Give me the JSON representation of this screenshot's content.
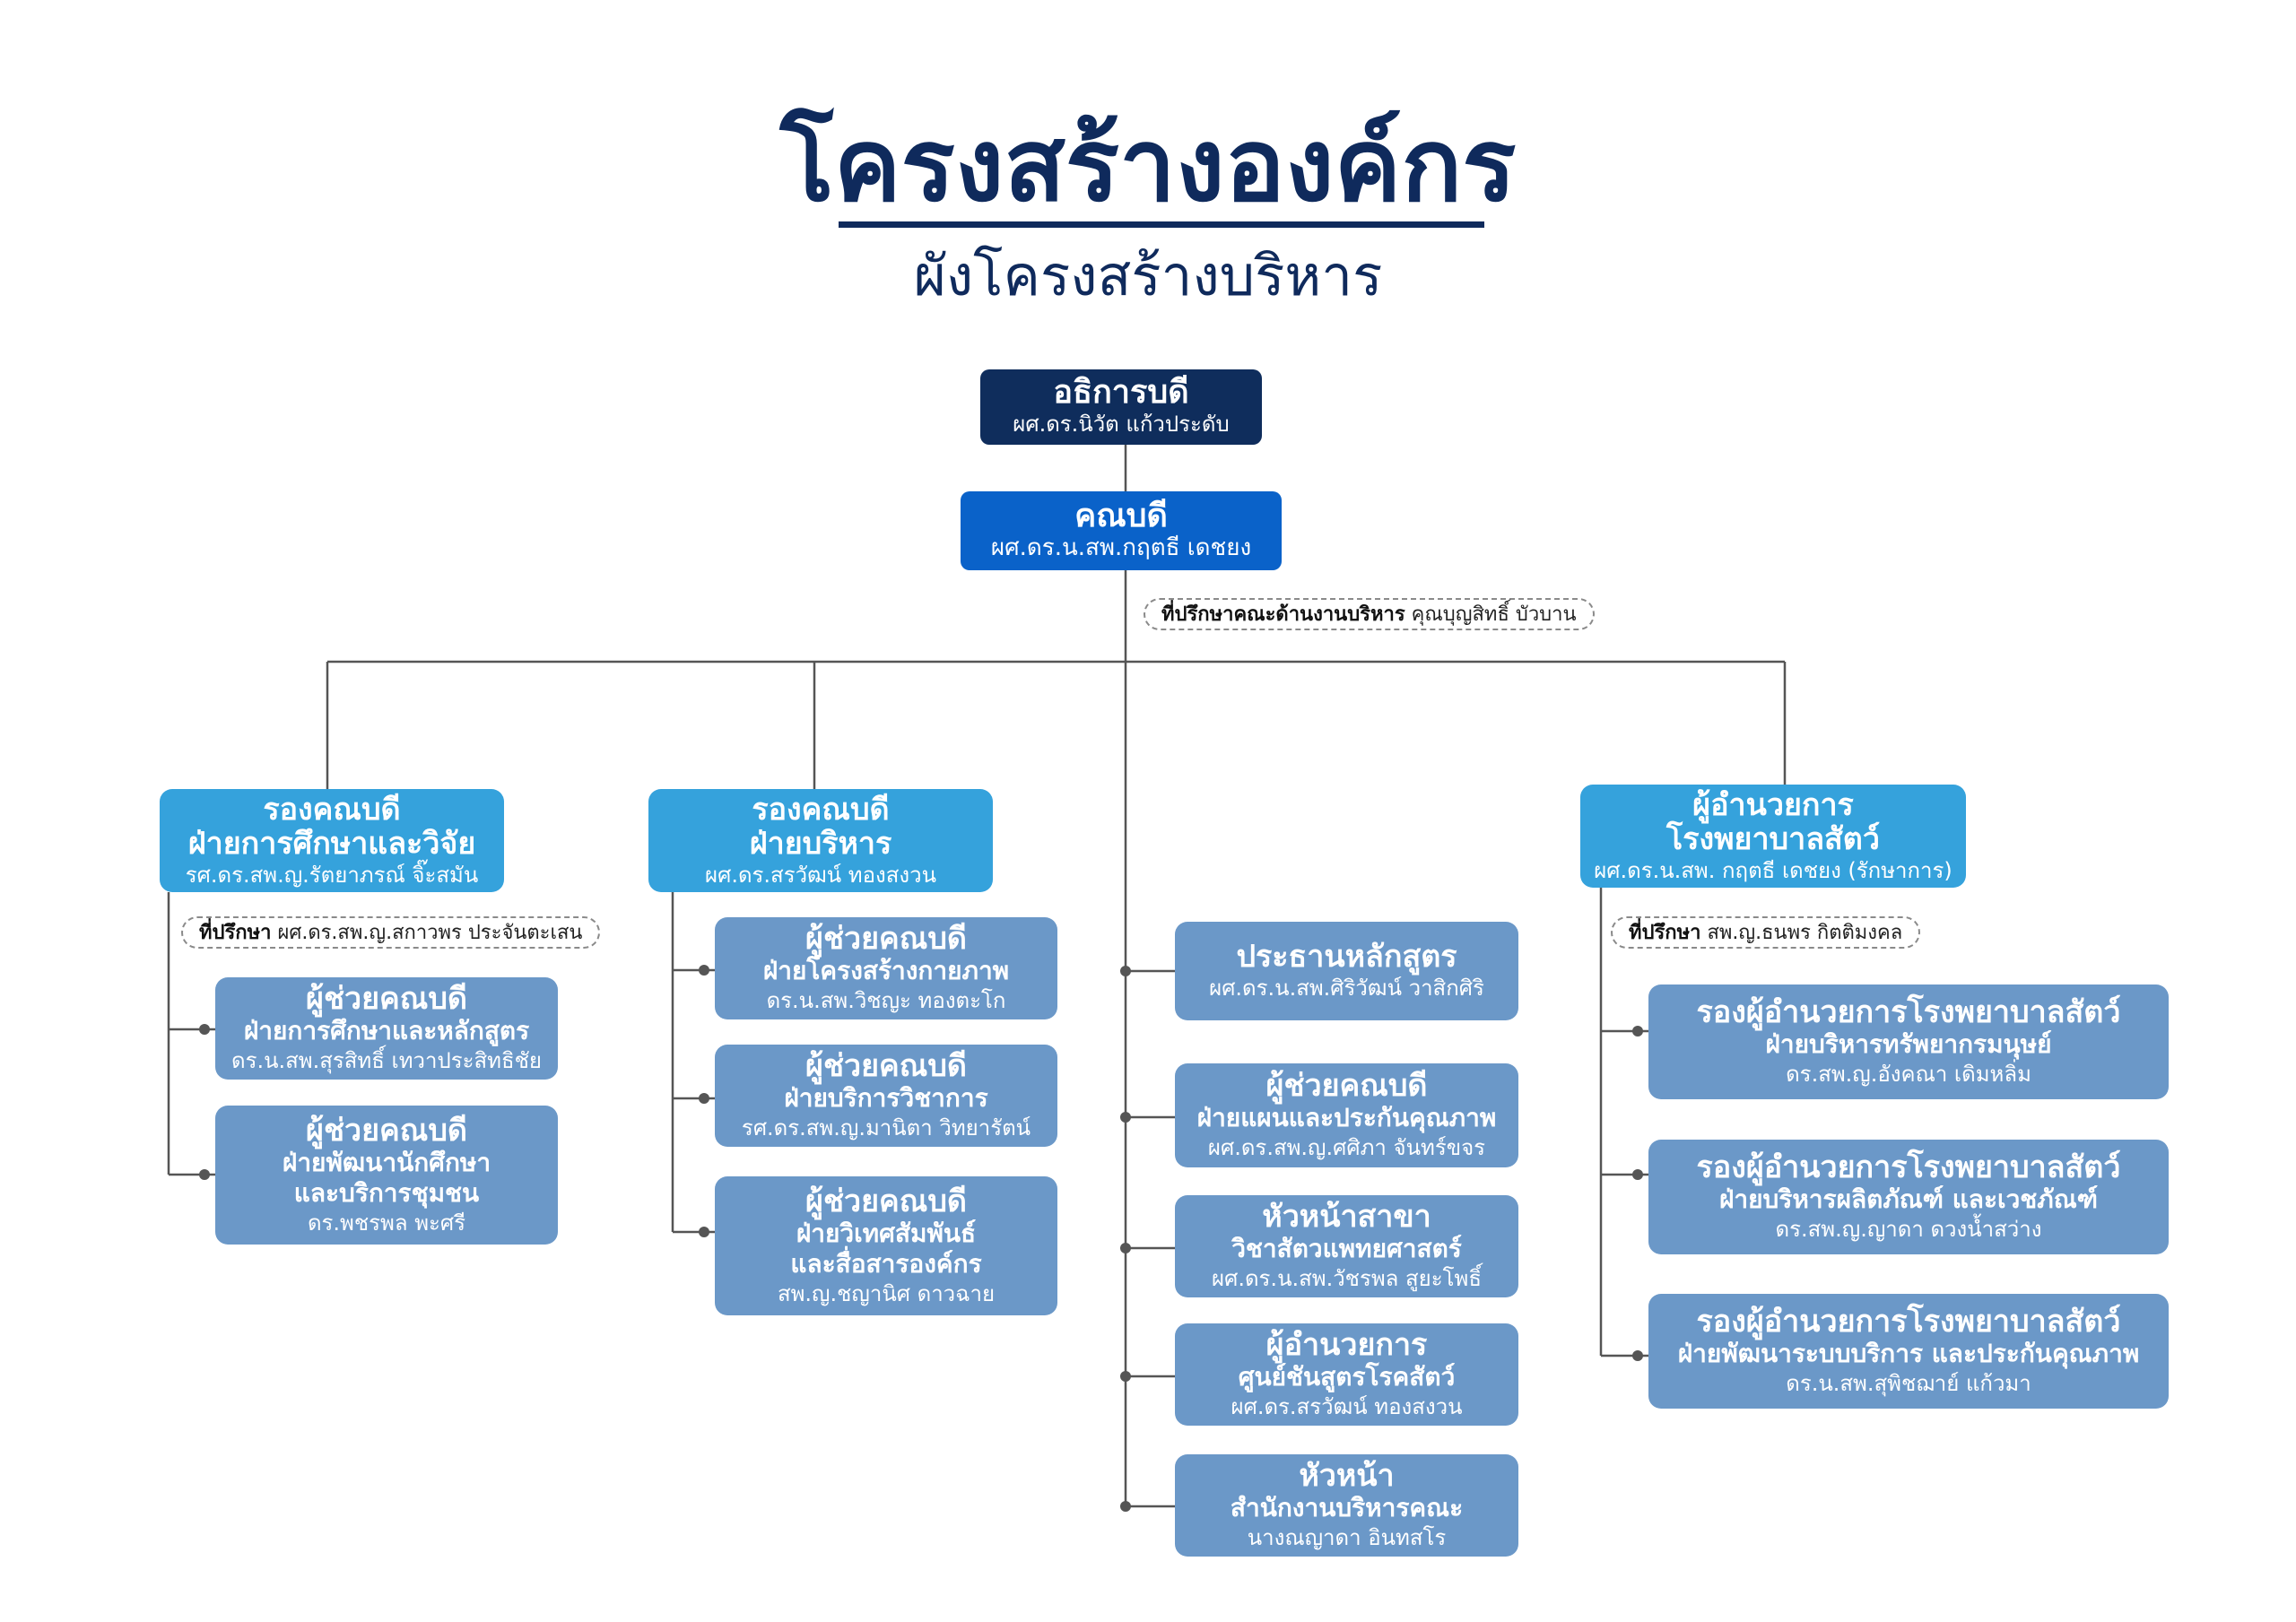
{
  "header": {
    "title": "โครงสร้างองค์กร",
    "subtitle": "ผังโครงสร้างบริหาร"
  },
  "top": {
    "president": {
      "title": "อธิการบดี",
      "name": "ผศ.ดร.นิวัต แก้วประดับ"
    },
    "dean": {
      "title": "คณบดี",
      "name": "ผศ.ดร.น.สพ.กฤตธี เดชยง"
    },
    "dean_advisor": {
      "label": "ที่ปรึกษาคณะด้านงานบริหาร",
      "name": "คุณบุญสิทธิ์ บัวบาน"
    }
  },
  "branch_academic": {
    "head": {
      "title_line1": "รองคณบดี",
      "title_line2": "ฝ่ายการศึกษาและวิจัย",
      "name": "รศ.ดร.สพ.ญ.รัตยาภรณ์ จิ๊ะสมัน"
    },
    "advisor": {
      "label": "ที่ปรึกษา",
      "name": "ผศ.ดร.สพ.ญ.สกาวพร ประจันตะเสน"
    },
    "assistants": [
      {
        "title": "ผู้ช่วยคณบดี",
        "line2": "ฝ่ายการศึกษาและหลักสูตร",
        "line3": "",
        "name": "ดร.น.สพ.สุรสิทธิ์ เทวาประสิทธิชัย"
      },
      {
        "title": "ผู้ช่วยคณบดี",
        "line2": "ฝ่ายพัฒนานักศึกษา",
        "line3": "และบริการชุมชน",
        "name": "ดร.พชรพล พะศรี"
      }
    ]
  },
  "branch_admin": {
    "head": {
      "title_line1": "รองคณบดี",
      "title_line2": "ฝ่ายบริหาร",
      "name": "ผศ.ดร.สรวัฒน์ ทองสงวน"
    },
    "assistants": [
      {
        "title": "ผู้ช่วยคณบดี",
        "line2": "ฝ่ายโครงสร้างกายภาพ",
        "line3": "",
        "name": "ดร.น.สพ.วิชญะ ทองตะโก"
      },
      {
        "title": "ผู้ช่วยคณบดี",
        "line2": "ฝ่ายบริการวิชาการ",
        "line3": "",
        "name": "รศ.ดร.สพ.ญ.มานิตา วิทยารัตน์"
      },
      {
        "title": "ผู้ช่วยคณบดี",
        "line2": "ฝ่ายวิเทศสัมพันธ์",
        "line3": "และสื่อสารองค์กร",
        "name": "สพ.ญ.ชญานิศ ดาวฉาย"
      }
    ]
  },
  "branch_center": {
    "units": [
      {
        "title": "ประธานหลักสูตร",
        "line2": "",
        "name": "ผศ.ดร.น.สพ.ศิริวัฒน์ วาสิกศิริ"
      },
      {
        "title": "ผู้ช่วยคณบดี",
        "line2": "ฝ่ายแผนและประกันคุณภาพ",
        "name": "ผศ.ดร.สพ.ญ.ศศิภา จันทร์ขจร"
      },
      {
        "title": "หัวหน้าสาขา",
        "line2": "วิชาสัตวแพทยศาสตร์",
        "name": "ผศ.ดร.น.สพ.วัชรพล สูยะโพธิ์"
      },
      {
        "title": "ผู้อำนวยการ",
        "line2": "ศูนย์ชันสูตรโรคสัตว์",
        "name": "ผศ.ดร.สรวัฒน์ ทองสงวน"
      },
      {
        "title": "หัวหน้า",
        "line2": "สำนักงานบริหารคณะ",
        "name": "นางณญาดา อินทสโร"
      }
    ]
  },
  "branch_hospital": {
    "head": {
      "title_line1": "ผู้อำนวยการ",
      "title_line2": "โรงพยาบาลสัตว์",
      "name": "ผศ.ดร.น.สพ. กฤตธี เดชยง (รักษาการ)"
    },
    "advisor": {
      "label": "ที่ปรึกษา",
      "name": "สพ.ญ.ธนพร กิตติมงคล"
    },
    "deputies": [
      {
        "title": "รองผู้อำนวยการโรงพยาบาลสัตว์",
        "line2": "ฝ่ายบริหารทรัพยากรมนุษย์",
        "name": "ดร.สพ.ญ.อังคณา เดิมหลิ่ม"
      },
      {
        "title": "รองผู้อำนวยการโรงพยาบาลสัตว์",
        "line2": "ฝ่ายบริหารผลิตภัณฑ์ และเวชภัณฑ์",
        "name": "ดร.สพ.ญ.ญาดา ดวงน้ำสว่าง"
      },
      {
        "title": "รองผู้อำนวยการโรงพยาบาลสัตว์",
        "line2": "ฝ่ายพัฒนาระบบบริการ และประกันคุณภาพ",
        "name": "ดร.น.สพ.สุพิชฌาย์ แก้วมา"
      }
    ]
  },
  "colors": {
    "navy": "#0f2d5c",
    "royal": "#0a62c9",
    "sky": "#35a2dc",
    "steel": "#6b98c8",
    "line": "#555555"
  }
}
